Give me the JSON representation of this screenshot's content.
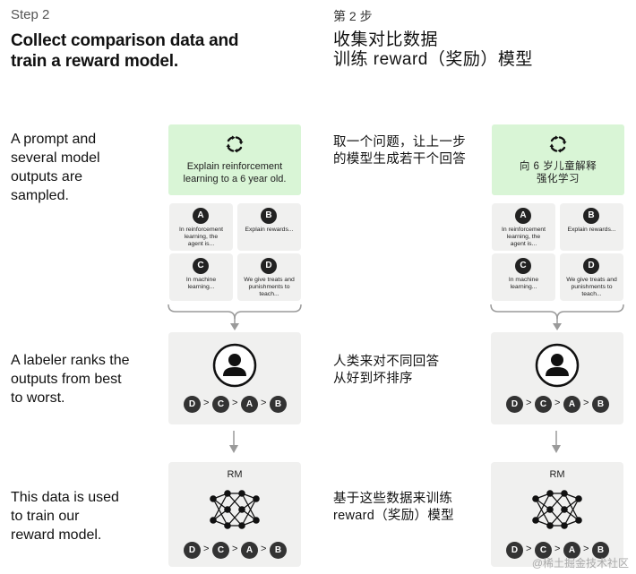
{
  "left": {
    "step_label": "Step 2",
    "title_line1": "Collect comparison data and",
    "title_line2": "train a reward model.",
    "desc1": [
      "A prompt and",
      "several model",
      "outputs are",
      "sampled."
    ],
    "desc2": [
      "A labeler ranks the",
      "outputs from best",
      "to worst."
    ],
    "desc3": [
      "This data is used",
      "to train our",
      "reward model."
    ],
    "prompt_lines": [
      "Explain reinforcement",
      "learning to a 6 year old."
    ]
  },
  "right": {
    "step_label": "第 2 步",
    "title_line1": "收集对比数据",
    "title_line2": "训练 reward（奖励）模型",
    "desc1": [
      "取一个问题，让上一步",
      "的模型生成若干个回答"
    ],
    "desc2": [
      "人类来对不同回答",
      "从好到坏排序"
    ],
    "desc3": [
      "基于这些数据来训练",
      "reward（奖励）模型"
    ],
    "prompt_lines": [
      "向 6 岁儿童解释",
      "强化学习"
    ]
  },
  "cards": [
    {
      "letter": "A",
      "lines": [
        "In reinforcement",
        "learning, the",
        "agent is..."
      ]
    },
    {
      "letter": "B",
      "lines": [
        "Explain rewards..."
      ]
    },
    {
      "letter": "C",
      "lines": [
        "In machine",
        "learning..."
      ]
    },
    {
      "letter": "D",
      "lines": [
        "We give treats and",
        "punishments to",
        "teach..."
      ]
    }
  ],
  "ranking": [
    "D",
    "C",
    "A",
    "B"
  ],
  "ranking_separator": ">",
  "rm_label": "RM",
  "watermark": "@稀土掘金技术社区",
  "colors": {
    "prompt_bg": "#d9f5d6",
    "card_bg": "#f0f0ef",
    "badge": "#222222",
    "connector": "#9a9a9a"
  },
  "icons": [
    "refresh-cycle-icon",
    "labeler-person-icon",
    "neural-network-icon",
    "down-arrow-icon"
  ]
}
